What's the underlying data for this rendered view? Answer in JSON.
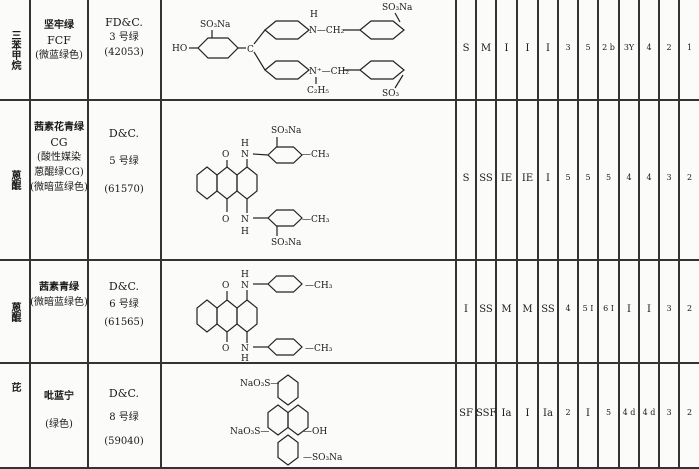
{
  "rows": [
    {
      "class": "三苯甲烷",
      "name": [
        "坚牢绿",
        "FCF",
        "(微蓝绿色)"
      ],
      "code": [
        "FD&C.",
        "3 号绿",
        "(42053)"
      ],
      "values": [
        "S",
        "M",
        "I",
        "I",
        "I",
        "3",
        "5",
        "2 b",
        "3Y",
        "4",
        "2",
        "1"
      ],
      "structure_labels": {
        "ho": "HO",
        "so3na_a": "SO₃Na",
        "c": "C",
        "h": "H",
        "nch2": "N—CH₂",
        "so3na_d": "SO₃Na",
        "nplus": "N⁺—CH₂",
        "c2h5": "C₂H₅",
        "so3": "SO₃"
      }
    },
    {
      "class": "蒽醌",
      "name": [
        "茜素花青绿",
        "CG",
        "(酸性媒染",
        "蒽醌绿CG)",
        "(微暗蓝绿色)"
      ],
      "code": [
        "D&C.",
        "5 号绿",
        "(61570)"
      ],
      "values": [
        "S",
        "SS",
        "IE",
        "IE",
        "I",
        "5",
        "5",
        "5",
        "4",
        "4",
        "3",
        "2"
      ],
      "structure_labels": {
        "o1": "O",
        "o2": "O",
        "h1": "H",
        "n1": "N",
        "n2": "N",
        "h2": "H",
        "so3na1": "SO₃Na",
        "so3na2": "SO₃Na",
        "ch3a": "—CH₃",
        "ch3b": "—CH₃"
      }
    },
    {
      "class": "蒽醌",
      "name": [
        "茜素青绿",
        "(微暗蓝绿色)"
      ],
      "code": [
        "D&C.",
        "6 号绿",
        "(61565)"
      ],
      "values": [
        "I",
        "SS",
        "M",
        "M",
        "SS",
        "4",
        "5 I",
        "6 I",
        "I",
        "I",
        "3",
        "2"
      ],
      "structure_labels": {
        "o1": "O",
        "o2": "O",
        "h1": "H",
        "n1": "N",
        "n2": "N",
        "h2": "H",
        "ch3a": "—CH₃",
        "ch3b": "—CH₃"
      }
    },
    {
      "class": "芘",
      "name": [
        "吡蓝宁",
        "(绿色)"
      ],
      "code": [
        "D&C.",
        "8 号绿",
        "(59040)"
      ],
      "values": [
        "SF",
        "SSF",
        "Ia",
        "I",
        "Ia",
        "2",
        "I",
        "5",
        "4 d",
        "4 d",
        "3",
        "2"
      ],
      "structure_labels": {
        "s1": "NaO₃S—",
        "s2": "NaO₃S—",
        "oh": "—OH",
        "s3": "—SO₃Na"
      }
    }
  ]
}
